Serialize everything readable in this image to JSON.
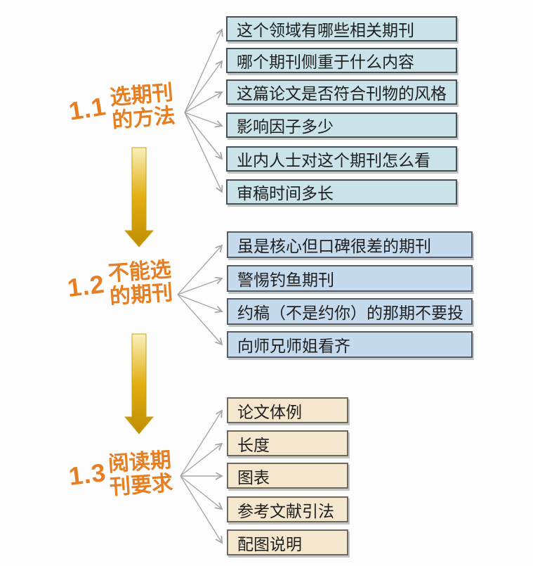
{
  "diagram": {
    "kind": "mind-map flowchart about choosing academic journals",
    "colors": {
      "background": "#fdfdfd",
      "section_label": "#e67e22",
      "connector_line": "#a6a6a6",
      "gold_arrow_top": "#f9f0bb",
      "gold_arrow_bottom": "#bf8d02",
      "cyan_box_bg": "#c9e3e9",
      "blue_box_bg": "#c6daee",
      "cream_box_bg": "#f4e7ce",
      "box_border": "#4e545a",
      "box_text": "#1f1f1f"
    },
    "sections": [
      {
        "number": "1.1",
        "title_line1": "选期刊",
        "title_line2": "的方法",
        "boxes": [
          "这个领域有哪些相关期刊",
          "哪个期刊侧重于什么内容",
          "这篇论文是否符合刊物的风格",
          "影响因子多少",
          "业内人士对这个期刊怎么看",
          "审稿时间多长"
        ]
      },
      {
        "number": "1.2",
        "title_line1": "不能选",
        "title_line2": "的期刊",
        "boxes": [
          "虽是核心但口碑很差的期刊",
          "警惕钓鱼期刊",
          "约稿（不是约你）的那期不要投",
          "向师兄师姐看齐"
        ]
      },
      {
        "number": "1.3",
        "title_line1": "阅读期",
        "title_line2": "刊要求",
        "boxes": [
          "论文体例",
          "长度",
          "图表",
          "参考文献引法",
          "配图说明"
        ]
      }
    ]
  }
}
